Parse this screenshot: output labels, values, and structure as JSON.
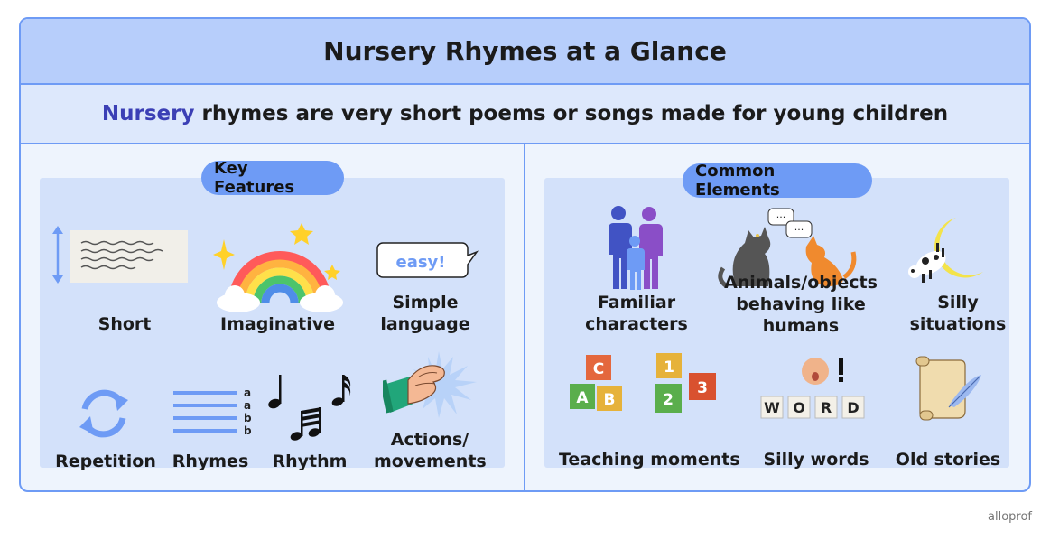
{
  "title": "Nursery Rhymes at a Glance",
  "subtitle": {
    "keyword": "Nursery",
    "rest": " rhymes are very short poems or songs made for young children"
  },
  "key_features": {
    "heading": "Key Features",
    "items": [
      {
        "label": "Short",
        "icon": "short-text-icon"
      },
      {
        "label": "Imaginative",
        "icon": "rainbow-icon"
      },
      {
        "label": "Simple\nlanguage",
        "icon": "speech-bubble-icon",
        "bubble_text": "easy!"
      },
      {
        "label": "Repetition",
        "icon": "repeat-arrows-icon"
      },
      {
        "label": "Rhymes",
        "icon": "rhyme-lines-icon",
        "rhyme_scheme": [
          "a",
          "a",
          "b",
          "b"
        ]
      },
      {
        "label": "Rhythm",
        "icon": "music-notes-icon"
      },
      {
        "label": "Actions/\nmovements",
        "icon": "clapping-hands-icon"
      }
    ]
  },
  "common_elements": {
    "heading": "Common Elements",
    "items": [
      {
        "label": "Familiar\ncharacters",
        "icon": "family-icon"
      },
      {
        "label": "Animals/objects\nbehaving like\nhumans",
        "icon": "talking-animals-icon"
      },
      {
        "label": "Silly\nsituations",
        "icon": "cow-jumping-moon-icon"
      },
      {
        "label": "Teaching moments",
        "icon": "abc-blocks-icon",
        "block_letters": [
          "C",
          "A",
          "B",
          "1",
          "2",
          "3"
        ]
      },
      {
        "label": "Silly words",
        "icon": "word-tiles-icon",
        "tiles": [
          "W",
          "O",
          "R",
          "D"
        ]
      },
      {
        "label": "Old stories",
        "icon": "scroll-quill-icon"
      }
    ]
  },
  "brand": "alloprof",
  "colors": {
    "accent": "#6e9bf5",
    "header": "#b7cefb",
    "panel": "#d3e1fa",
    "keyword": "#3b3fb5"
  }
}
